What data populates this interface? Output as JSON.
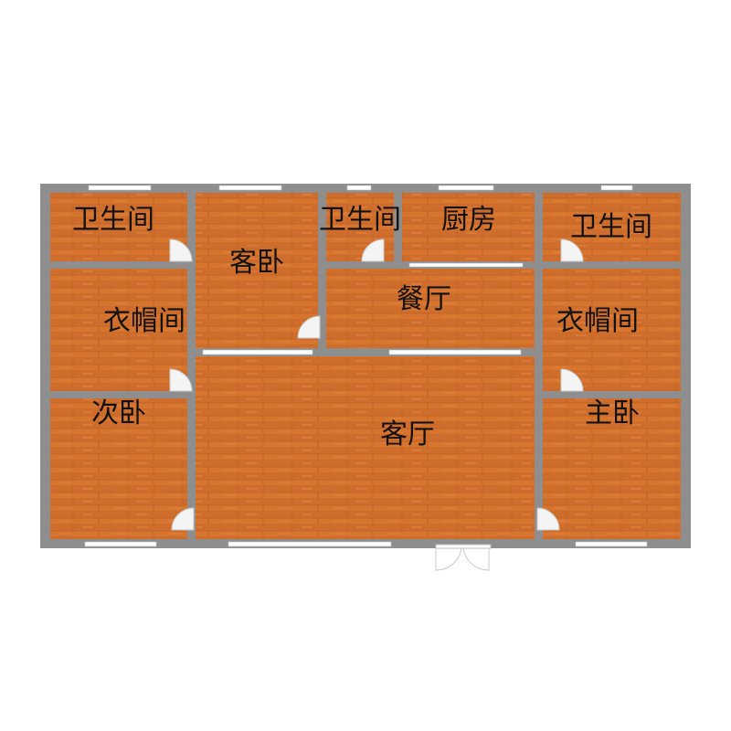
{
  "floorplan": {
    "rooms": {
      "bath_tl": "卫生间",
      "wardrobe_l": "衣帽间",
      "second_bedroom": "次卧",
      "guest_bedroom": "客卧",
      "bath_mid": "卫生间",
      "kitchen": "厨房",
      "dining": "餐厅",
      "living": "客厅",
      "bath_tr": "卫生间",
      "wardrobe_r": "衣帽间",
      "master_bedroom": "主卧"
    },
    "colors": {
      "wall": "#8e8e8e",
      "floor": "#d7752f",
      "floor_stripe": "#c2652a",
      "window": "#ffffff",
      "door_arc": "#d0d0d0"
    }
  }
}
